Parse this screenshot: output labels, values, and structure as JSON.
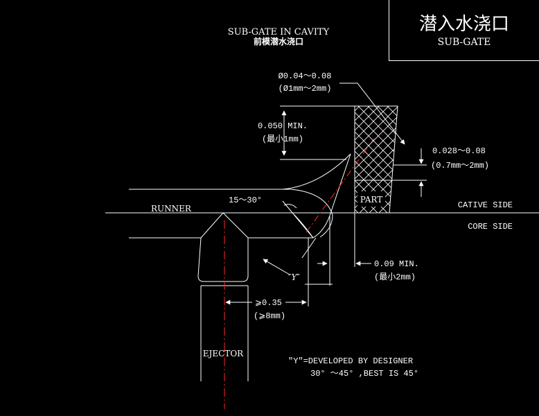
{
  "title": {
    "cn": "潜入水浇口",
    "en": "SUB-GATE"
  },
  "header": {
    "en": "SUB-GATE IN CAVITY",
    "cn": "前模潜水浇口"
  },
  "labels": {
    "gate_dia": "Ø0.04～0.08",
    "gate_dia_mm": "(Ø1mm～2mm)",
    "min_050": "0.050 MIN.",
    "min_050_mm": "(最小1mm)",
    "dim_028": "0.028～0.08",
    "dim_028_mm": "(0.7mm～2mm)",
    "angle_15_30": "15～30°",
    "part": "PART",
    "runner": "RUNNER",
    "cative_side": "CATIVE SIDE",
    "core_side": "CORE SIDE",
    "y_label": "″Y″",
    "min_009": "0.09 MIN.",
    "min_009_mm": "(最小2mm)",
    "dim_035": "⩾0.35",
    "dim_035_mm": "(⩾8mm)",
    "ejector": "EJECTOR",
    "note_line1": "″Y″=DEVELOPED BY DESIGNER",
    "note_line2": "30° ～45° ,BEST IS 45°"
  },
  "colors": {
    "line": "#ffffff",
    "centerline": "#ff2a2a",
    "background": "#000000"
  }
}
